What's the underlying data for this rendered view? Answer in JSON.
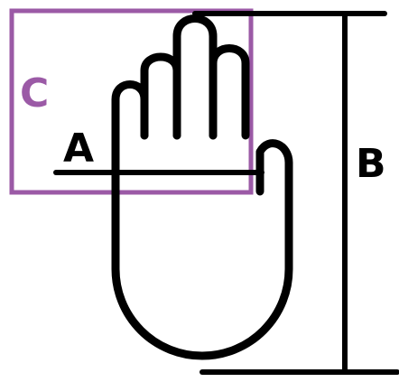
{
  "labels": {
    "a": "A",
    "b": "B",
    "c": "C"
  },
  "colors": {
    "line": "#000000",
    "box_c": "#9b5aa6",
    "label_c": "#9b5aa6",
    "background": "#ffffff"
  }
}
